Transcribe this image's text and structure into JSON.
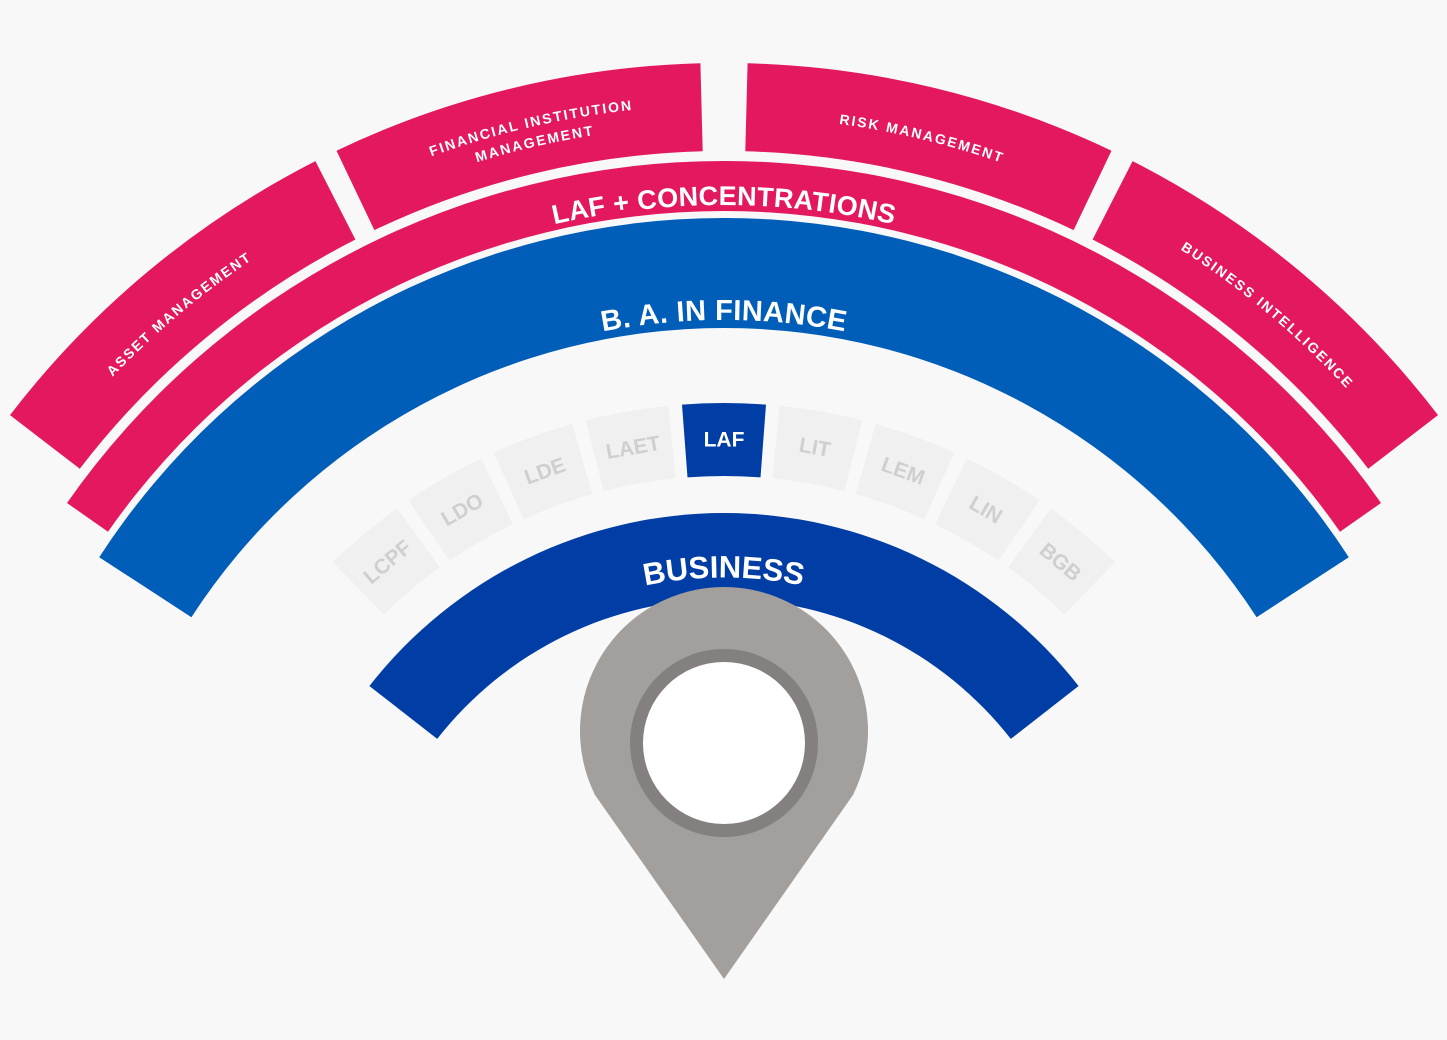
{
  "colors": {
    "background": "#f8f8f9",
    "magenta": "#e3185f",
    "blue": "#005eb8",
    "dark_blue": "#003da5",
    "program_tile": "#f0f0f0",
    "program_tile_text": "#cfcfcf",
    "program_active": "#003da5",
    "pin": "#a39f9c",
    "pin_ring": "#848080",
    "white": "#ffffff"
  },
  "specializations": [
    {
      "label": "ASSET MANAGEMENT"
    },
    {
      "label": "FINANCIAL INSTITUTION",
      "label2": "MANAGEMENT"
    },
    {
      "label": "RISK MANAGEMENT"
    },
    {
      "label": "BUSINESS INTELLIGENCE"
    }
  ],
  "concentrations": {
    "label": "LAF + CONCENTRATIONS"
  },
  "degree": {
    "label": "B. A. IN FINANCE"
  },
  "programs": [
    {
      "label": "LCPF",
      "active": false
    },
    {
      "label": "LDO",
      "active": false
    },
    {
      "label": "LDE",
      "active": false
    },
    {
      "label": "LAET",
      "active": false
    },
    {
      "label": "LAF",
      "active": true
    },
    {
      "label": "LIT",
      "active": false
    },
    {
      "label": "LEM",
      "active": false
    },
    {
      "label": "LIN",
      "active": false
    },
    {
      "label": "BGB",
      "active": false
    }
  ],
  "school": {
    "label": "BUSINESS"
  },
  "location_pin": {
    "icon": "location-pin-icon"
  }
}
